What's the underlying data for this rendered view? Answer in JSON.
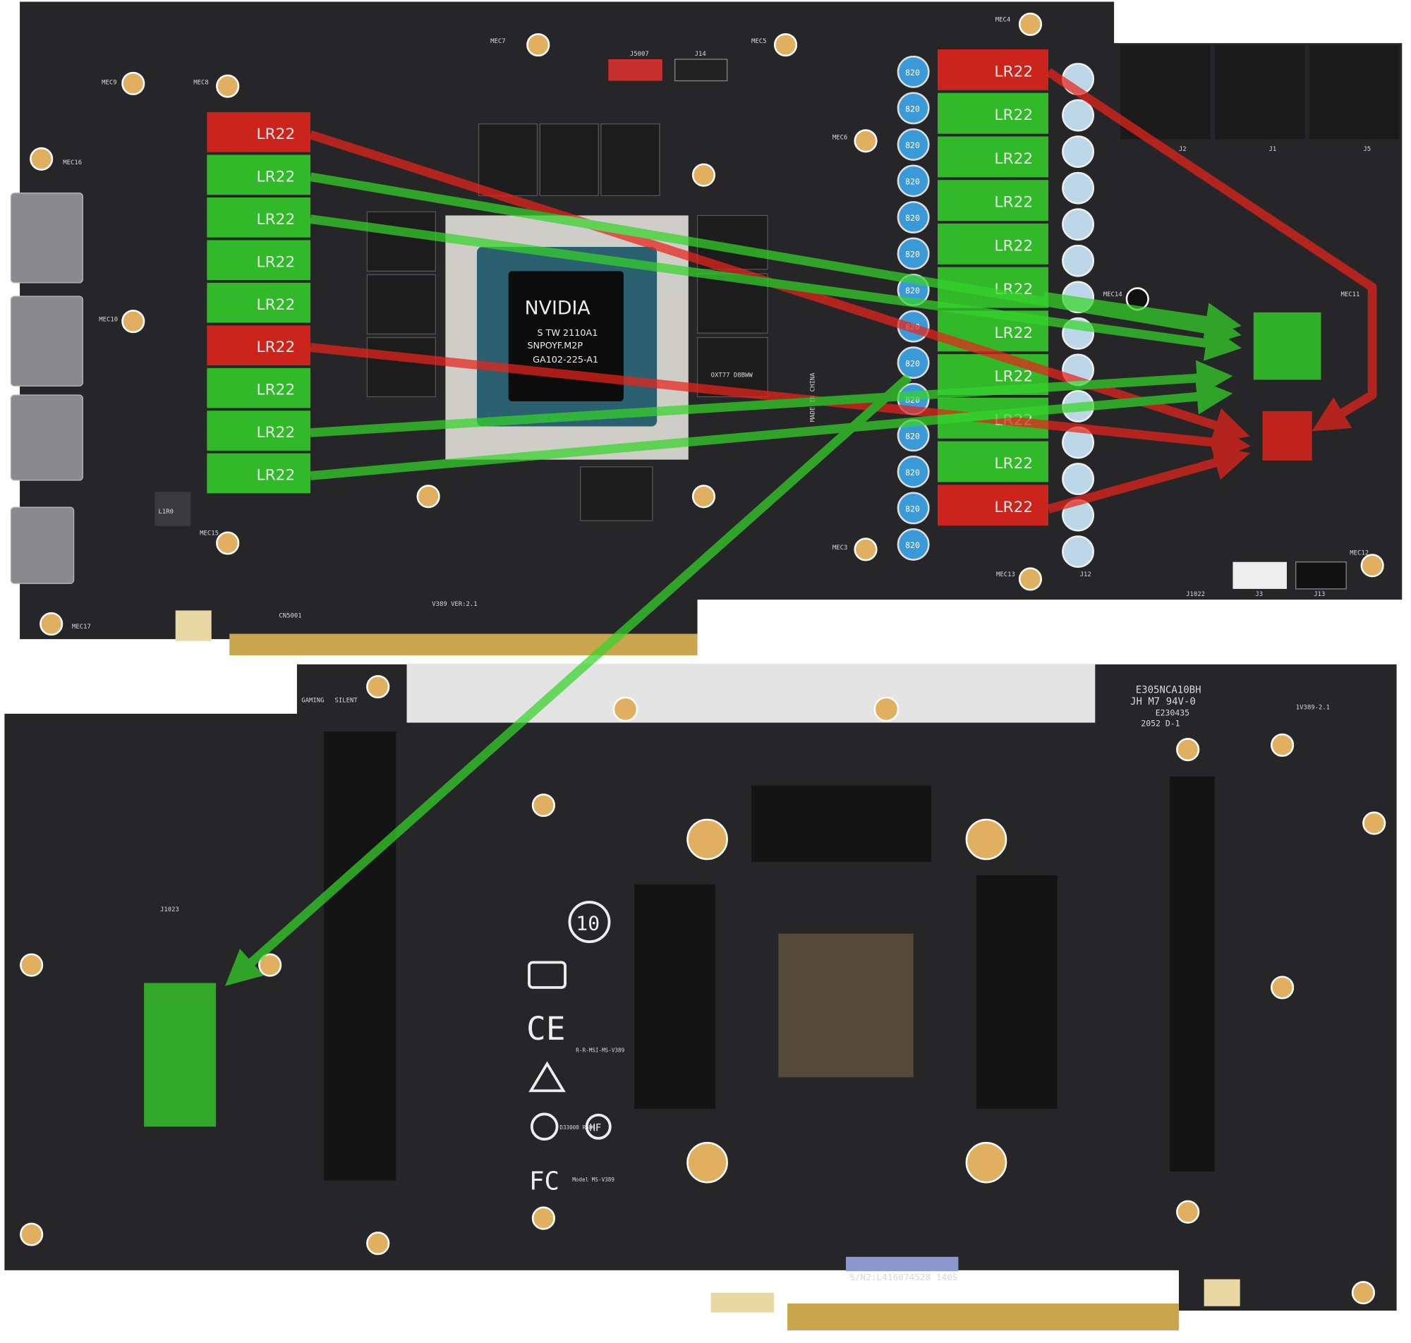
{
  "gpu": {
    "brand": "NVIDIA",
    "line1": "S TW 2110A1",
    "line2": "SNPOYF.M2P",
    "line3": "GA102-225-A1"
  },
  "front_board": {
    "version": "V389 VER:2.1",
    "made_in": "MADE IN CHINA",
    "inductor_label": "LR22",
    "choke_label": "L1R0",
    "capacitor_label": "820",
    "connectors": [
      "J2",
      "J1",
      "J5"
    ],
    "headers": [
      "J5007",
      "J14",
      "J12",
      "J3",
      "J13",
      "J1022",
      "CN5001"
    ],
    "mec_labels": [
      "MEC7",
      "MEC5",
      "MEC4",
      "MEC9",
      "MEC8",
      "MEC16",
      "MEC6",
      "MEC14",
      "MEC11",
      "MEC10",
      "MEC15",
      "MEC3",
      "MEC13",
      "MEC12",
      "MEC17"
    ],
    "memory_label": "OXT77 D8BWW",
    "left_phases": [
      "red",
      "green",
      "green",
      "green",
      "green",
      "red",
      "green",
      "green",
      "green"
    ],
    "right_phases": [
      "red",
      "green",
      "green",
      "green",
      "green",
      "green",
      "green",
      "green",
      "green",
      "green",
      "red"
    ]
  },
  "back_board": {
    "pcb_code": "E305NCA10BH",
    "rating": "JH M7 94V-0",
    "ul_number": "E230435",
    "date_code": "2052 D-1",
    "corner_label": "1V389-2.1",
    "switch_labels": [
      "GAMING",
      "SILENT"
    ],
    "cert_10": "10",
    "kc_code": "R-R-MSI-MS-V389",
    "rohs": "D33008 RoHS",
    "hf": "HF",
    "model": "Model MS-V389",
    "serial": "S/N2:L416074528  140S",
    "header": "J1023"
  },
  "colors": {
    "pcb": "#262628",
    "red": "#e8241a",
    "green": "#35d42a",
    "gold": "#e0b060"
  }
}
